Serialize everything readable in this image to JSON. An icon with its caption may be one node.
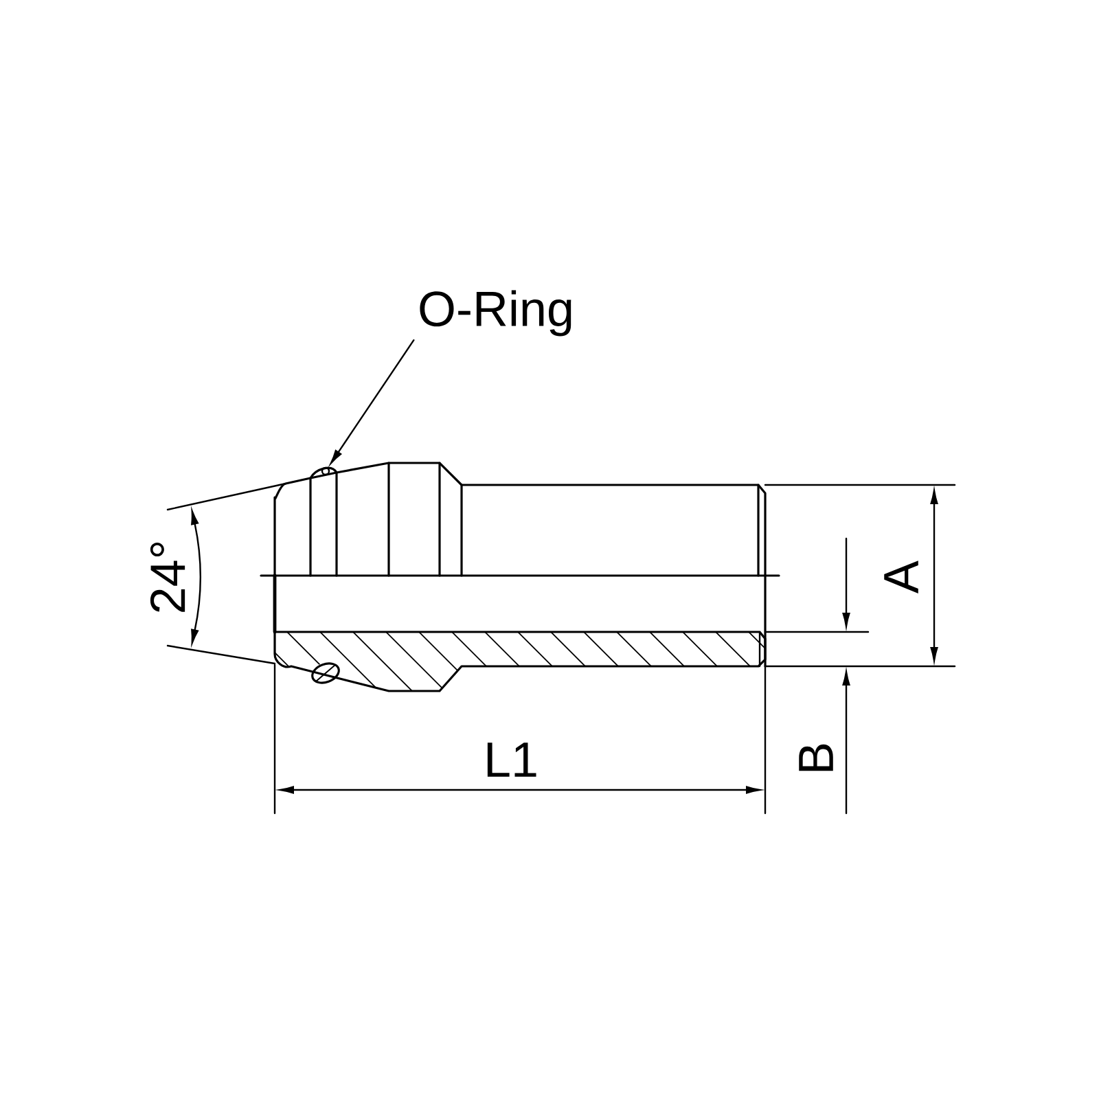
{
  "diagram": {
    "nodes": [
      {
        "text": [
          "O-Ring"
        ]
      },
      {
        "text": [],
        "shape": "circle"
      }
    ],
    "edges": [
      {
        "from": 0,
        "to": 1,
        "arrow": "to"
      }
    ],
    "labels": [
      "24°",
      "A",
      "B",
      "L1"
    ]
  }
}
